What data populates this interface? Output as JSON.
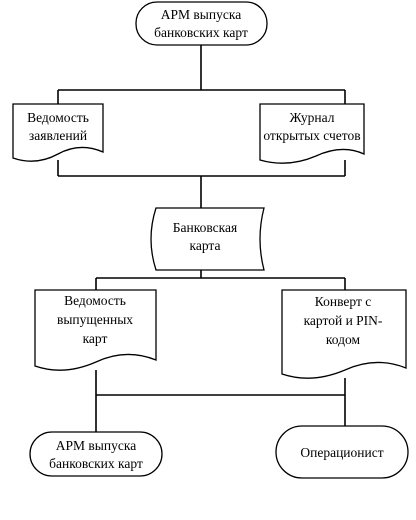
{
  "diagram": {
    "nodes": {
      "arm_top": {
        "line1": "АРМ выпуска",
        "line2": "банковских карт"
      },
      "applications_ledger": {
        "line1": "Ведомость",
        "line2": "заявлений"
      },
      "open_accounts_journal": {
        "line1": "Журнал",
        "line2": "открытых счетов"
      },
      "bank_card": {
        "line1": "Банковская",
        "line2": "карта"
      },
      "issued_cards_ledger": {
        "line1": "Ведомость",
        "line2": "выпущенных",
        "line3": "карт"
      },
      "pin_envelope": {
        "line1": "Конверт с",
        "line2": "картой и PIN-",
        "line3": "кодом"
      },
      "arm_bottom": {
        "line1": "АРМ выпуска",
        "line2": "банковских карт"
      },
      "operator": {
        "label": "Операционист"
      }
    }
  }
}
